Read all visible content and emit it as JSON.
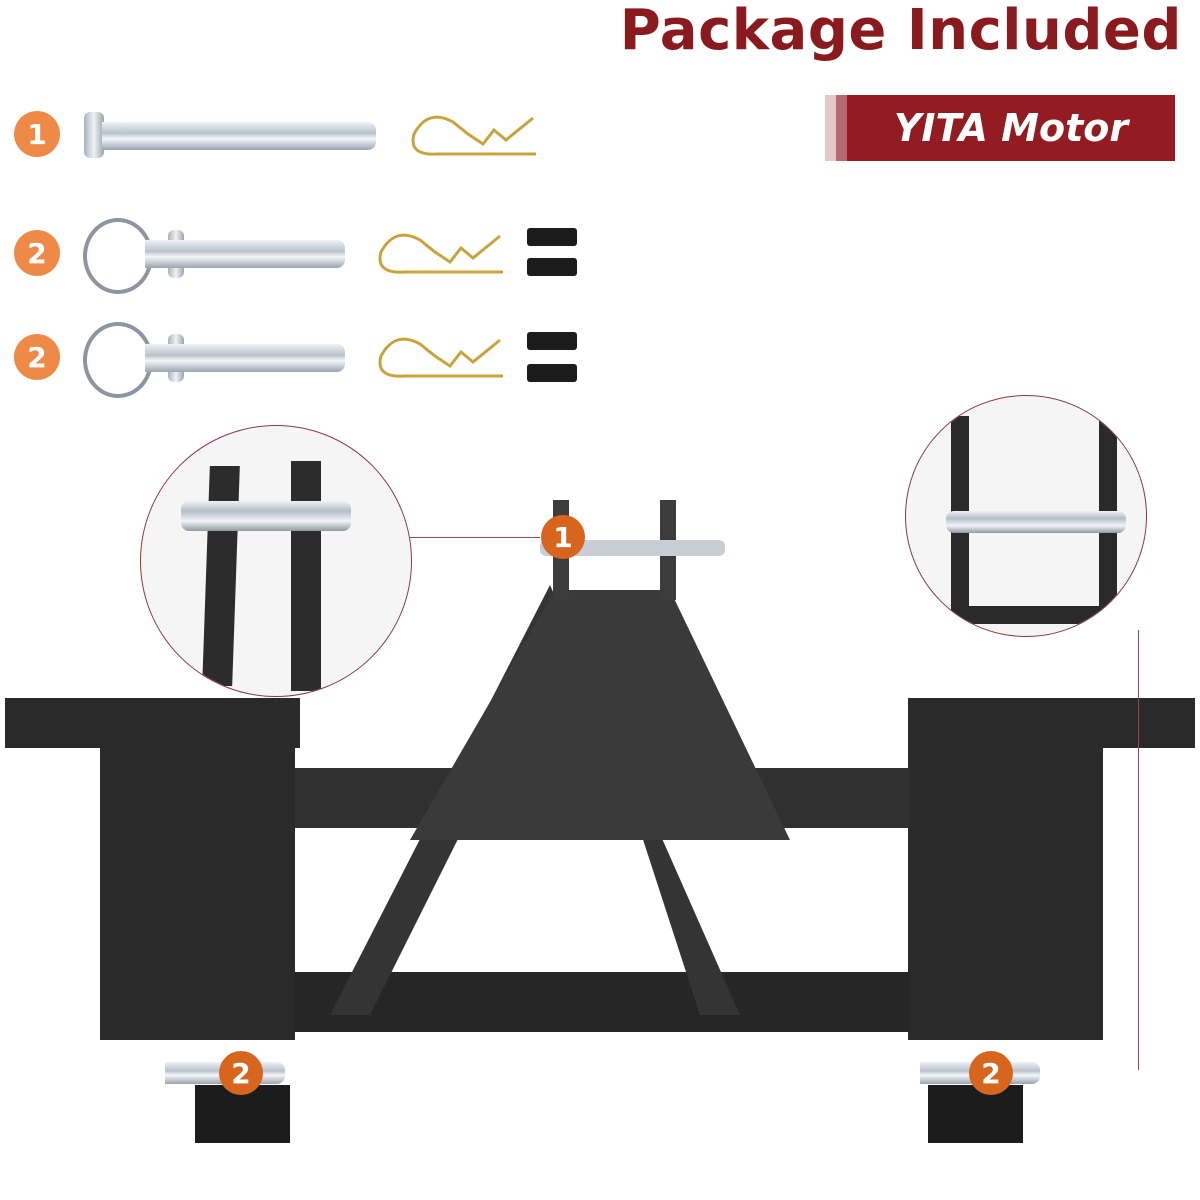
{
  "header": {
    "title": "Package Included",
    "brand": "YITA Motor"
  },
  "parts_list": [
    {
      "badge": "1",
      "items": [
        "clevis pin",
        "hitch pin clip"
      ]
    },
    {
      "badge": "2",
      "items": [
        "ring lock pin",
        "hitch pin clip",
        "2 socket bolts"
      ]
    },
    {
      "badge": "2",
      "items": [
        "ring lock pin",
        "hitch pin clip",
        "2 socket bolts"
      ]
    }
  ],
  "callouts": {
    "top_pin": "1",
    "left_pin": "2",
    "right_pin": "2"
  },
  "colors": {
    "title": "#8b1a1f",
    "brand_bg": "#921c22",
    "badge": "#ef8a46",
    "frame": "#2a2a2a"
  }
}
